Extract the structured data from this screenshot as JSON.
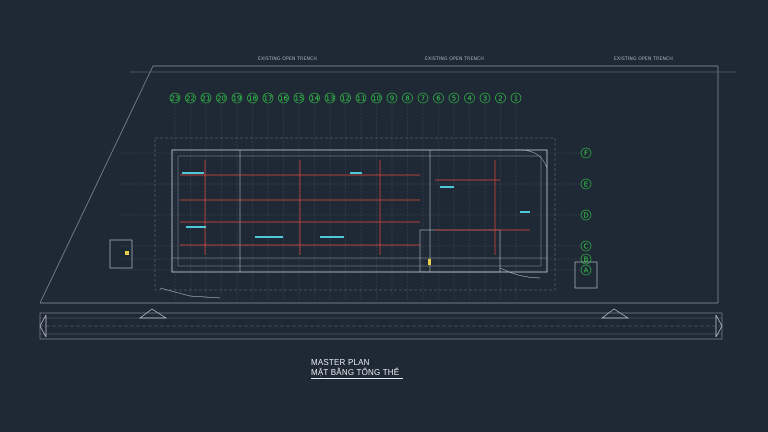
{
  "drawing": {
    "title_en": "MASTER PLAN",
    "title_vi": "MẶT BẰNG TỔNG THỂ",
    "trench_labels": [
      "EXISTING OPEN TRENCH",
      "EXISTING OPEN TRENCH",
      "EXISTING OPEN TRENCH"
    ],
    "grid_numbers": [
      "23",
      "22",
      "21",
      "20",
      "19",
      "18",
      "17",
      "16",
      "15",
      "14",
      "13",
      "12",
      "11",
      "10",
      "9",
      "8",
      "7",
      "6",
      "5",
      "4",
      "3",
      "2",
      "1"
    ],
    "grid_letters": [
      "F",
      "E",
      "D",
      "C",
      "B",
      "A"
    ],
    "colors": {
      "background": "#1f2835",
      "grid_line": "#56606c",
      "building_line": "#c9ced4",
      "grid_bubble": "#35d24a",
      "red_line": "#e0473c",
      "cyan_text": "#4ec9d9",
      "yellow": "#e6d04a"
    }
  }
}
